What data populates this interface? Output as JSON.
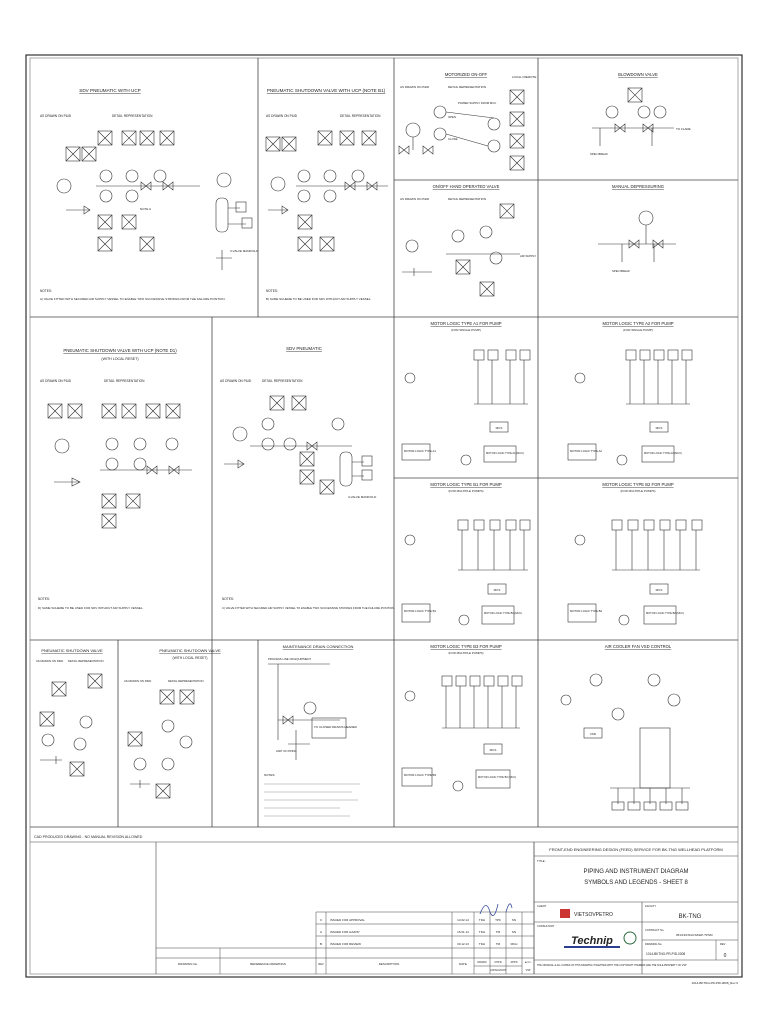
{
  "panels": {
    "sdv_ucp": {
      "title": "SDV PNEUMATIC WITH UCP",
      "as_drawn": "AS DRAWN ON P&ID",
      "detail": "DETAIL REPRESENTATION",
      "note_head": "NOTES:",
      "note": "A) VALVE FITTED WITH SECURED AIR SUPPLY VESSEL TO ENABLE TWO SUCCESSIVE STROKES FROM THE FAILURE POSITION.",
      "manifold": "3-VALVE MANIFOLD",
      "tag_note": "NOTE A"
    },
    "pssv_ucp": {
      "title": "PNEUMATIC SHUTDOWN VALVE WITH UCP (NOTE B1)",
      "as_drawn": "AS DRAWN ON P&ID",
      "detail": "DETAIL REPRESENTATION",
      "note_head": "NOTES:",
      "note": "B) SAME SCHEME TO BE USED FOR SDV WITHOUT AIR SUPPLY VESSEL."
    },
    "mov": {
      "title": "MOTORIZED ON-OFF",
      "as_drawn": "AS DRAWN ON P&ID",
      "detail": "DETAIL REPRESENTATION",
      "local": "LOCAL/ REMOTE",
      "open": "OPEN",
      "close": "CLOSE",
      "power": "POWER SUPPLY FROM MCC"
    },
    "blowdown": {
      "title": "BLOWDOWN VALVE",
      "to_flare": "TO FLARE",
      "spec_break": "SPEC BREAK"
    },
    "onoff_hand": {
      "title": "ON/OFF HAND OPERATED VALVE",
      "as_drawn": "AS DRAWN ON P&ID",
      "detail": "DETAIL REPRESENTATION",
      "air": "AIR SUPPLY"
    },
    "manual_dep": {
      "title": "MANUAL DEPRESSURING",
      "spec": "SPEC BREAK"
    },
    "pssv_local": {
      "title": "PNEUMATIC SHUTDOWN VALVE WITH UCP (NOTE D1)",
      "sub": "(WITH LOCAL RESET)",
      "as_drawn": "AS DRAWN ON P&ID",
      "detail": "DETAIL REPRESENTATION",
      "note_head": "NOTES:",
      "note": "D) SAME SCHEME TO BE USED FOR SDV WITHOUT AIR SUPPLY VESSEL."
    },
    "sdv_pneu": {
      "title": "SDV PNEUMATIC",
      "as_drawn": "AS DRAWN ON P&ID",
      "detail": "DETAIL REPRESENTATION",
      "note_head": "NOTES:",
      "note": "C) VALVE FITTED WITH SECURED AIR SUPPLY VESSEL TO ENABLE TWO SUCCESSIVE STROKES FROM THE FAILURE POSITION.",
      "manifold": "3-VALVE MANIFOLD"
    },
    "psv": {
      "title": "PNEUMATIC SHUTDOWN VALVE",
      "as_drawn": "AS DRAWN ON P&ID",
      "detail": "DETAIL REPRESENTATION"
    },
    "psv_reset": {
      "title": "PNEUMATIC SHUTDOWN VALVE",
      "sub": "(WITH LOCAL RESET)",
      "as_drawn": "AS DRAWN ON P&ID",
      "detail": "DETAIL REPRESENTATION"
    },
    "maint_drain": {
      "title": "MAINTENANCE DRAIN CONNECTION",
      "process": "PROCESS LINE OR EQUIPMENT",
      "closed": "TO CLOSED DRAINS HEADER",
      "limit": "LIMIT OF PIPING",
      "note_head": "NOTES:"
    },
    "ml_a1": {
      "title": "MOTOR LOGIC TYPE A1 FOR PUMP",
      "sub": "(FOR SINGLE PUMP)",
      "box": "MOTOR LOGIC TYPE A1",
      "mcc": "MOTOR LOGIC TYPE A1 (MCC)",
      "mcs": "MCS"
    },
    "ml_a2": {
      "title": "MOTOR LOGIC TYPE A2 FOR PUMP",
      "sub": "(FOR SINGLE PUMP)",
      "box": "MOTOR LOGIC TYPE A2",
      "mcc": "MOTOR LOGIC TYPE A2 (MCC)",
      "mcs": "MCS"
    },
    "ml_b1": {
      "title": "MOTOR LOGIC TYPE B1 FOR PUMP",
      "sub": "(FOR MULTIPLE PUMPS)",
      "box": "MOTOR LOGIC TYPE B1",
      "mcc": "MOTOR LOGIC TYPE B1 (MCC)",
      "mcs": "MCS"
    },
    "ml_b2": {
      "title": "MOTOR LOGIC TYPE B2 FOR PUMP",
      "sub": "(FOR MULTIPLE PUMPS)",
      "box": "MOTOR LOGIC TYPE B2",
      "mcc": "MOTOR LOGIC TYPE B2 (MCC)",
      "mcs": "MCS"
    },
    "ml_b3": {
      "title": "MOTOR LOGIC TYPE B3 FOR PUMP",
      "sub": "(FOR MULTIPLE PUMPS)",
      "box": "MOTOR LOGIC TYPE B3",
      "mcc": "MOTOR LOGIC TYPE B3 (MCC)",
      "mcs": "MCS"
    },
    "air_cooler": {
      "title": "AIR COOLER FAN VSD CONTROL",
      "vsd": "VSD"
    }
  },
  "title_block": {
    "cad_note": "CAD PRODUCED DRAWING - NO MANUAL REVISION ALLOWED",
    "project": "FRONT-END ENGINEERING DESIGN (FEED) SERVICE FOR BK-TNG WELLHEAD PLATFORM",
    "title_label": "TITLE :",
    "title1": "PIPING AND INSTRUMENT DIAGRAM",
    "title2": "SYMBOLS AND LEGENDS - SHEET 8",
    "client_label": "CLIENT",
    "client": "VIETSOVPETRO",
    "facility_label": "FACILITY",
    "facility": "BK-TNG",
    "consultant_label": "CONSULTANT",
    "contractor": "Technip",
    "contract_label": "CONTRACT No.",
    "contract_no": "051/13/FN/LKS/FEP-TPSM",
    "drawing_label": "DRAWING No.",
    "drawing_no": "1014-BKTNG-PR-PID-0008",
    "rev_label": "REV",
    "rev": "0",
    "copyright": "THE ORIGINAL & ALL COPIES OF THIS DRAWING TOGETHER WITH THE COPYRIGHT THEREOF ARE THE SOLE PROPERTY OF VSP",
    "file_ref": "1014-BKTNG-PR-PID-0008_Rev 0",
    "headers": {
      "drawing_no": "DRAWING No.",
      "ref": "REFERENCE DRAWINGS",
      "rev": "REV",
      "desc": "DESCRIPTION",
      "date": "DATE",
      "drawn": "DRAWN",
      "chk": "CHK'D",
      "appd": "APP'D",
      "appd2": "APP'D",
      "consultant": "CONSULTANT",
      "vsp": "VSP"
    },
    "revisions": [
      {
        "rev": "0",
        "desc": "ISSUED FOR APPROVAL",
        "date": "13.02.14",
        "drawn": "TDH",
        "chk": "TPK",
        "appd": "SN"
      },
      {
        "rev": "A",
        "desc": "ISSUED FOR HAZOP",
        "date": "15.01.14",
        "drawn": "TDH",
        "chk": "TM",
        "appd": "SN"
      },
      {
        "rev": "B",
        "desc": "ISSUED FOR REVIEW",
        "date": "30.12.13",
        "drawn": "TDH",
        "chk": "TM",
        "appd": "MCH"
      }
    ]
  }
}
